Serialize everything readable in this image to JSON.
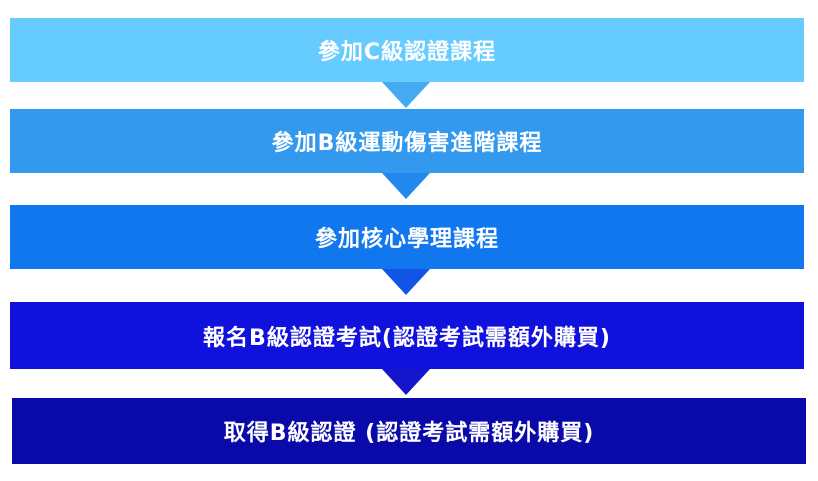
{
  "steps": [
    {
      "label": "參加C級認證課程",
      "color": "#66ccff"
    },
    {
      "label": "參加B級運動傷害進階課程",
      "color": "#3399ee"
    },
    {
      "label": "參加核心學理課程",
      "color": "#1177ee"
    },
    {
      "label": "報名B級認證考試(認證考試需額外購買)",
      "color": "#1111dd"
    },
    {
      "label": "取得B級認證 (認證考試需額外購買)",
      "color": "#0a0aaa"
    }
  ],
  "arrows": [
    {
      "color": "#44aaf2"
    },
    {
      "color": "#2288ee"
    },
    {
      "color": "#1155e6"
    },
    {
      "color": "#1515cc"
    }
  ]
}
